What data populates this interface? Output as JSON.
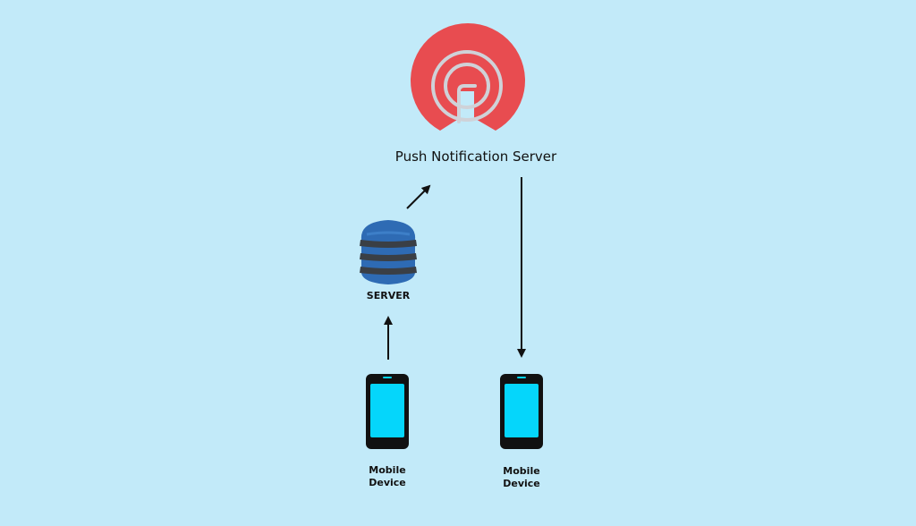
{
  "colors": {
    "background": "#c2eaf9",
    "brand_red": "#e84c50",
    "brand_ring": "#cfd2d8",
    "server_blue": "#2e6bb4",
    "server_band": "#3a3f45",
    "phone_body": "#111111",
    "phone_screen": "#05d6fb",
    "arrow": "#111111"
  },
  "push_server": {
    "icon": "onesignal-logo-icon",
    "title": "Push Notification Server"
  },
  "app_server": {
    "icon": "database-server-icon",
    "label": "SERVER"
  },
  "devices": [
    {
      "icon": "smartphone-icon",
      "line1": "Mobile",
      "line2": "Device",
      "role": "sender"
    },
    {
      "icon": "smartphone-icon",
      "line1": "Mobile",
      "line2": "Device",
      "role": "receiver"
    }
  ],
  "connections": [
    {
      "from": "devices.0",
      "to": "app_server"
    },
    {
      "from": "app_server",
      "to": "push_server"
    },
    {
      "from": "push_server",
      "to": "devices.1"
    }
  ]
}
